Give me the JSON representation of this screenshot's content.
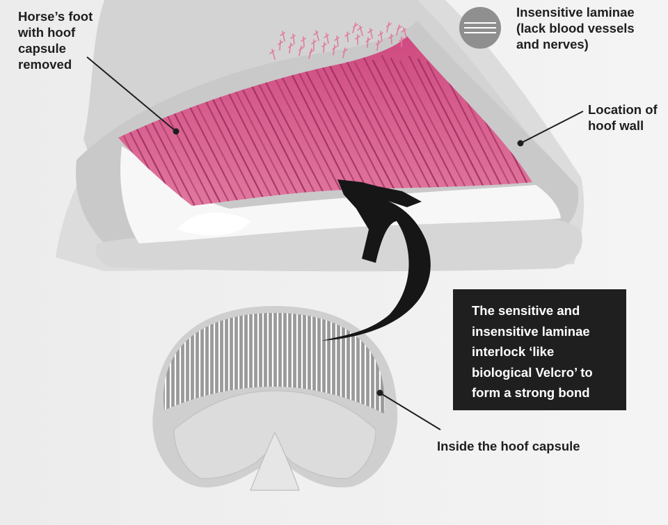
{
  "labels": {
    "foot": "Horse’s foot\nwith hoof\ncapsule\nremoved",
    "insensitive_laminae": "Insensitive laminae\n(lack blood vessels\nand nerves)",
    "hoof_wall": "Location of\nhoof wall",
    "inside_capsule": "Inside the hoof capsule"
  },
  "callout": {
    "text": "The sensitive and\ninsensitive laminae\ninterlock ‘like\nbiological Velcro’ to\nform a strong bond"
  },
  "colors": {
    "laminae_pink": "#d24d82",
    "laminae_stripe": "#9c2d5f",
    "hoof_gray": "#cfcfcf",
    "callout_bg": "#1f1f1f",
    "arrow": "#161616"
  },
  "icons": {
    "legend_swatch": "insensitive-laminae-swatch-icon",
    "arrow": "interlock-arrow-icon"
  }
}
